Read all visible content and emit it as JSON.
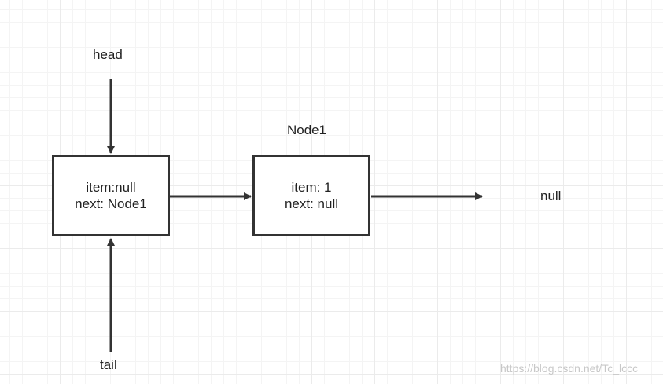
{
  "labels": {
    "head": "head",
    "tail": "tail",
    "node1_title": "Node1",
    "null_end": "null"
  },
  "nodes": [
    {
      "line1": "item:null",
      "line2": "next: Node1"
    },
    {
      "line1": "item: 1",
      "line2": "next: null"
    }
  ],
  "watermark": "https://blog.csdn.net/Tc_lccc",
  "colors": {
    "stroke": "#333333",
    "grid": "#ebebeb",
    "background": "#ffffff"
  }
}
